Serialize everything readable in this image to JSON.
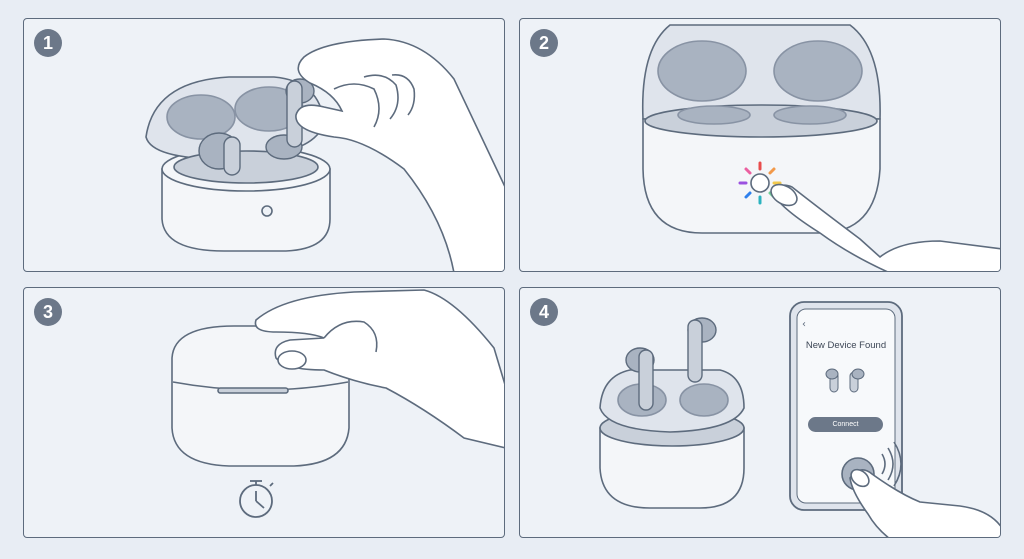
{
  "steps": [
    {
      "number": "1"
    },
    {
      "number": "2"
    },
    {
      "number": "3"
    },
    {
      "number": "4"
    }
  ],
  "phone": {
    "title": "New Device Found",
    "button": "Connect",
    "back_icon": "chevron-left-icon"
  },
  "colors": {
    "outline": "#5d6b7d",
    "case_fill": "#f4f6f9",
    "earbud_fill": "#a9b3c1",
    "badge": "#6c7889"
  },
  "icons": [
    "hand-icon",
    "earbud-icon",
    "charging-case-icon",
    "led-ring-icon",
    "timer-icon",
    "smartphone-icon",
    "signal-waves-icon"
  ]
}
